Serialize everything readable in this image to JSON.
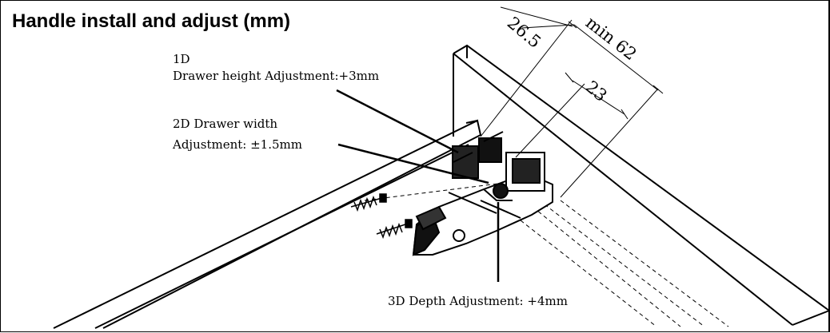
{
  "title": "Handle install and adjust (mm)",
  "annotations": {
    "a1_line1": "1D",
    "a1_line2": "Drawer height Adjustment:+3mm",
    "a2_line1": "2D Drawer width",
    "a2_line2": "Adjustment: ±1.5mm",
    "a3": "3D Depth Adjustment: +4mm"
  },
  "dimensions": {
    "d1": "26.5",
    "d2": "23",
    "d3": "min 62"
  }
}
